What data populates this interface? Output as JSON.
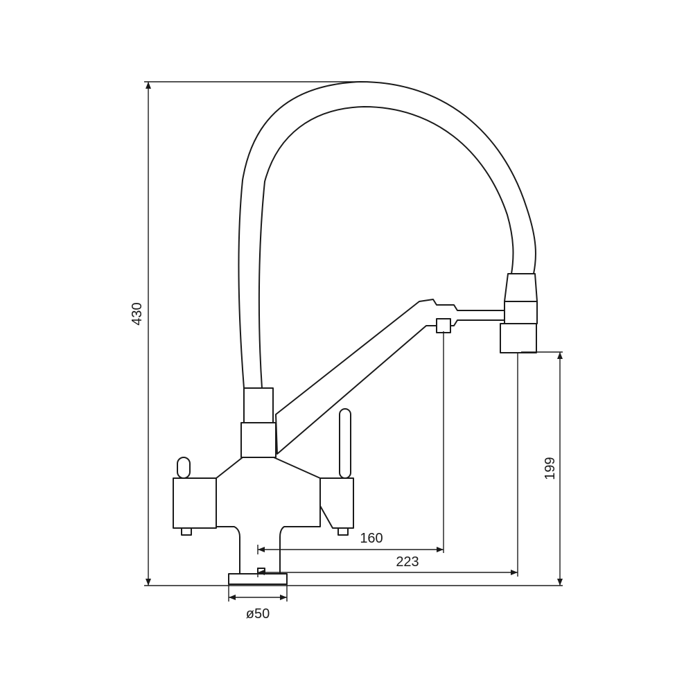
{
  "dimensions": {
    "height_total": "430",
    "spout_height": "199",
    "reach_filter_spout": "160",
    "reach_main_spout": "223",
    "base_diameter": "ø50"
  },
  "colors": {
    "line": "#1a1a1a",
    "background": "#ffffff"
  }
}
